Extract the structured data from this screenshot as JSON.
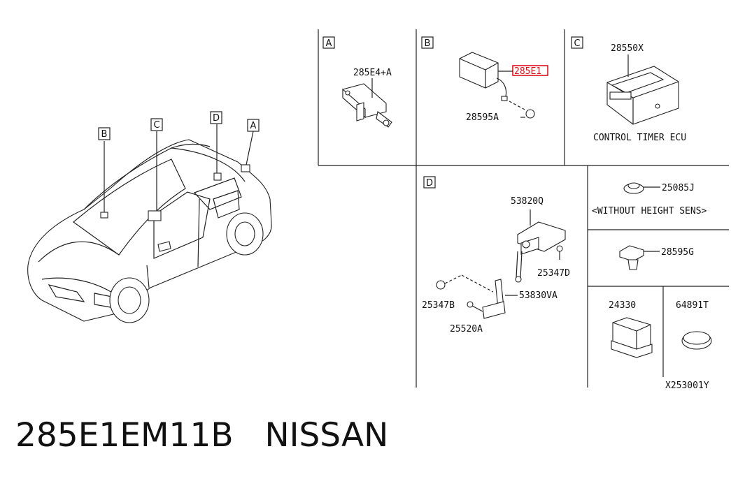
{
  "sections": {
    "A": {
      "letter": "A",
      "part": "285E4+A"
    },
    "B": {
      "letter": "B",
      "part_highlight": "285E1",
      "screw": "28595A"
    },
    "C": {
      "letter": "C",
      "part": "28550X",
      "caption": "CONTROL TIMER ECU"
    },
    "D": {
      "letter": "D",
      "parts": [
        "53820Q",
        "25347D",
        "53830VA",
        "25347B",
        "25520A"
      ]
    }
  },
  "car_callouts": [
    "B",
    "C",
    "D",
    "A"
  ],
  "right_parts": {
    "clip": "25085J",
    "clip_note": "<WITHOUT HEIGHT SENS>",
    "bolt": "28595G",
    "relay": "24330",
    "plug": "64891T"
  },
  "diagram_id": "X253001Y",
  "footer": {
    "part_number": "285E1EM11B",
    "brand": "NISSAN"
  },
  "colors": {
    "highlight": "#e0101a",
    "ink": "#111111"
  }
}
